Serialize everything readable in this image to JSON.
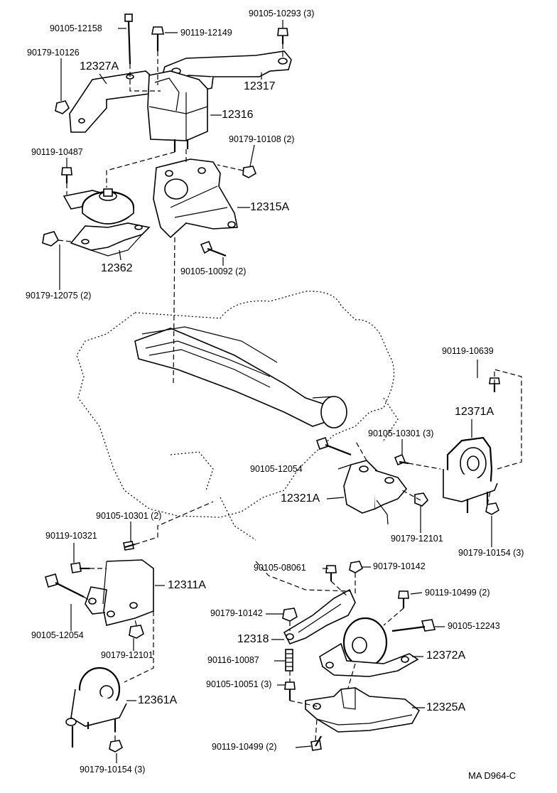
{
  "diagram": {
    "reference": "MA D964-C",
    "labels": [
      {
        "id": "l01",
        "text": "90105-12158"
      },
      {
        "id": "l02",
        "text": "90119-12149"
      },
      {
        "id": "l03",
        "text": "90105-10293 (3)"
      },
      {
        "id": "l04",
        "text": "90179-10126"
      },
      {
        "id": "l05",
        "text": "12327A"
      },
      {
        "id": "l06",
        "text": "12317"
      },
      {
        "id": "l07",
        "text": "12316"
      },
      {
        "id": "l08",
        "text": "90179-10108 (2)"
      },
      {
        "id": "l09",
        "text": "90119-10487"
      },
      {
        "id": "l10",
        "text": "12315A"
      },
      {
        "id": "l11",
        "text": "12362"
      },
      {
        "id": "l12",
        "text": "90105-10092 (2)"
      },
      {
        "id": "l13",
        "text": "90179-12075 (2)"
      },
      {
        "id": "l14",
        "text": "90119-10639"
      },
      {
        "id": "l15",
        "text": "12371A"
      },
      {
        "id": "l16",
        "text": "90105-10301 (3)"
      },
      {
        "id": "l17",
        "text": "90105-12054"
      },
      {
        "id": "l18",
        "text": "12321A"
      },
      {
        "id": "l19",
        "text": "90179-12101"
      },
      {
        "id": "l20",
        "text": "90179-10154 (3)"
      },
      {
        "id": "l21",
        "text": "90105-10301 (2)"
      },
      {
        "id": "l22",
        "text": "90119-10321"
      },
      {
        "id": "l23",
        "text": "12311A"
      },
      {
        "id": "l24",
        "text": "90105-08061"
      },
      {
        "id": "l25",
        "text": "90179-10142"
      },
      {
        "id": "l26",
        "text": "90119-10499 (2)"
      },
      {
        "id": "l27",
        "text": "90105-12054"
      },
      {
        "id": "l28",
        "text": "90179-12101"
      },
      {
        "id": "l29",
        "text": "90179-10142"
      },
      {
        "id": "l30",
        "text": "90105-12243"
      },
      {
        "id": "l31",
        "text": "12318"
      },
      {
        "id": "l32",
        "text": "90116-10087"
      },
      {
        "id": "l33",
        "text": "12372A"
      },
      {
        "id": "l34",
        "text": "90105-10051 (3)"
      },
      {
        "id": "l35",
        "text": "12361A"
      },
      {
        "id": "l36",
        "text": "12325A"
      },
      {
        "id": "l37",
        "text": "90119-10499 (2)"
      },
      {
        "id": "l38",
        "text": "90179-10154 (3)"
      }
    ]
  }
}
